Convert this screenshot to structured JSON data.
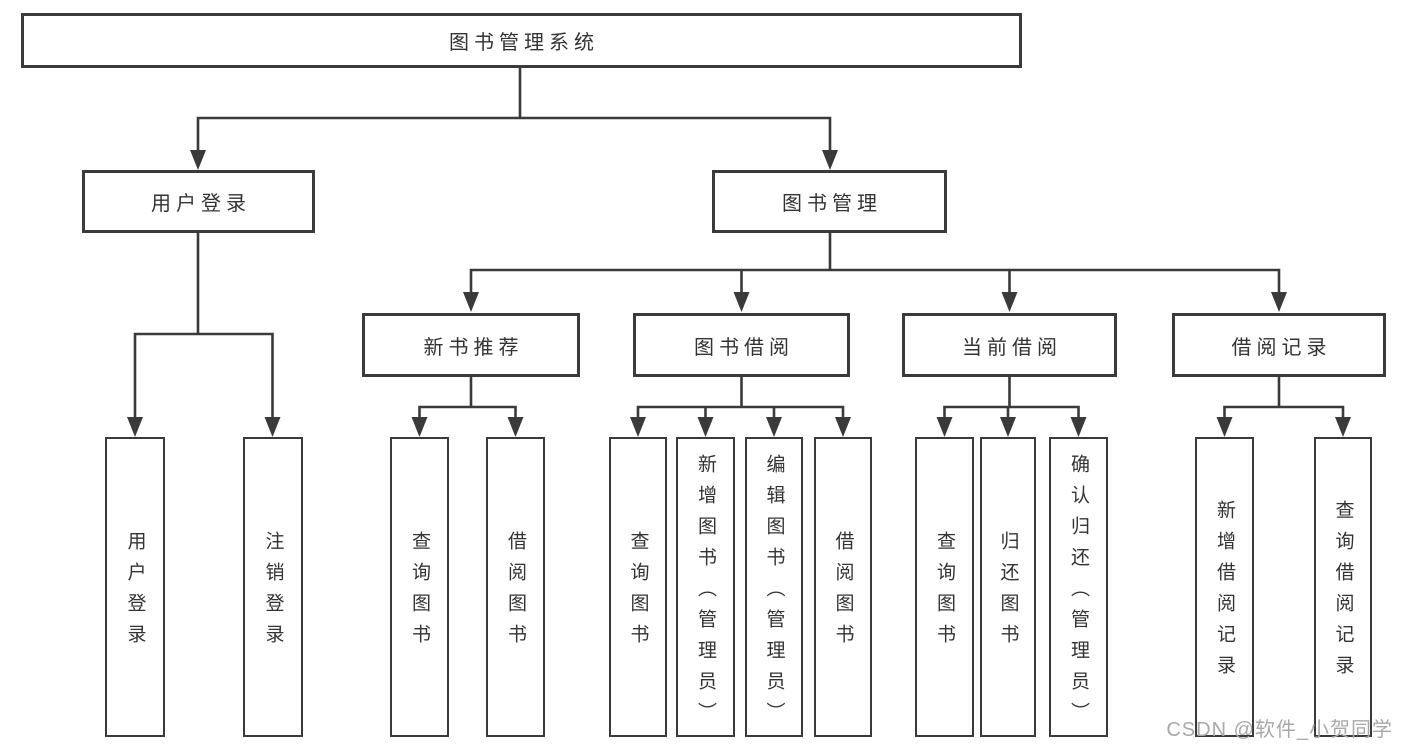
{
  "diagram": {
    "root": {
      "label": "图书管理系统"
    },
    "level2": [
      {
        "label": "用户登录"
      },
      {
        "label": "图书管理"
      }
    ],
    "level3": [
      {
        "label": "新书推荐"
      },
      {
        "label": "图书借阅"
      },
      {
        "label": "当前借阅"
      },
      {
        "label": "借阅记录"
      }
    ],
    "leaves": [
      {
        "label": "用户登录"
      },
      {
        "label": "注销登录"
      },
      {
        "label": "查询图书"
      },
      {
        "label": "借阅图书"
      },
      {
        "label": "查询图书"
      },
      {
        "label": "新增图书（管理员）"
      },
      {
        "label": "编辑图书（管理员）"
      },
      {
        "label": "借阅图书"
      },
      {
        "label": "查询图书"
      },
      {
        "label": "归还图书"
      },
      {
        "label": "确认归还（管理员）"
      },
      {
        "label": "新增借阅记录"
      },
      {
        "label": "查询借阅记录"
      }
    ],
    "colors": {
      "line": "#3a3a3a",
      "text": "#333333",
      "box_background": "#ffffff",
      "watermark": "#a8a8a8"
    },
    "watermark": "CSDN @软件_小贺同学"
  }
}
